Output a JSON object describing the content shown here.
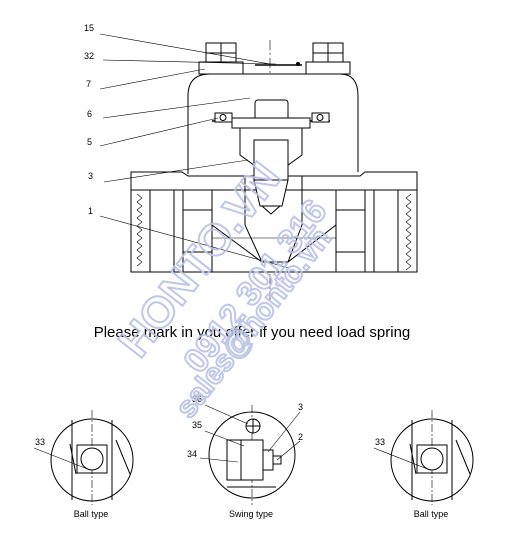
{
  "note": "Please mark in you offer if you need load spring",
  "callouts_main": [
    "15",
    "32",
    "7",
    "6",
    "5",
    "3",
    "1"
  ],
  "ball_left": {
    "callout": "33",
    "caption": "Ball type"
  },
  "swing": {
    "callouts": [
      "36",
      "35",
      "34",
      "3",
      "2"
    ],
    "caption": "Swing type"
  },
  "ball_right": {
    "callout": "33",
    "caption": "Ball type"
  },
  "watermark": {
    "brand": "HONTO.VN",
    "phone": "0912 301 316",
    "email": "sales@honto.vn"
  }
}
